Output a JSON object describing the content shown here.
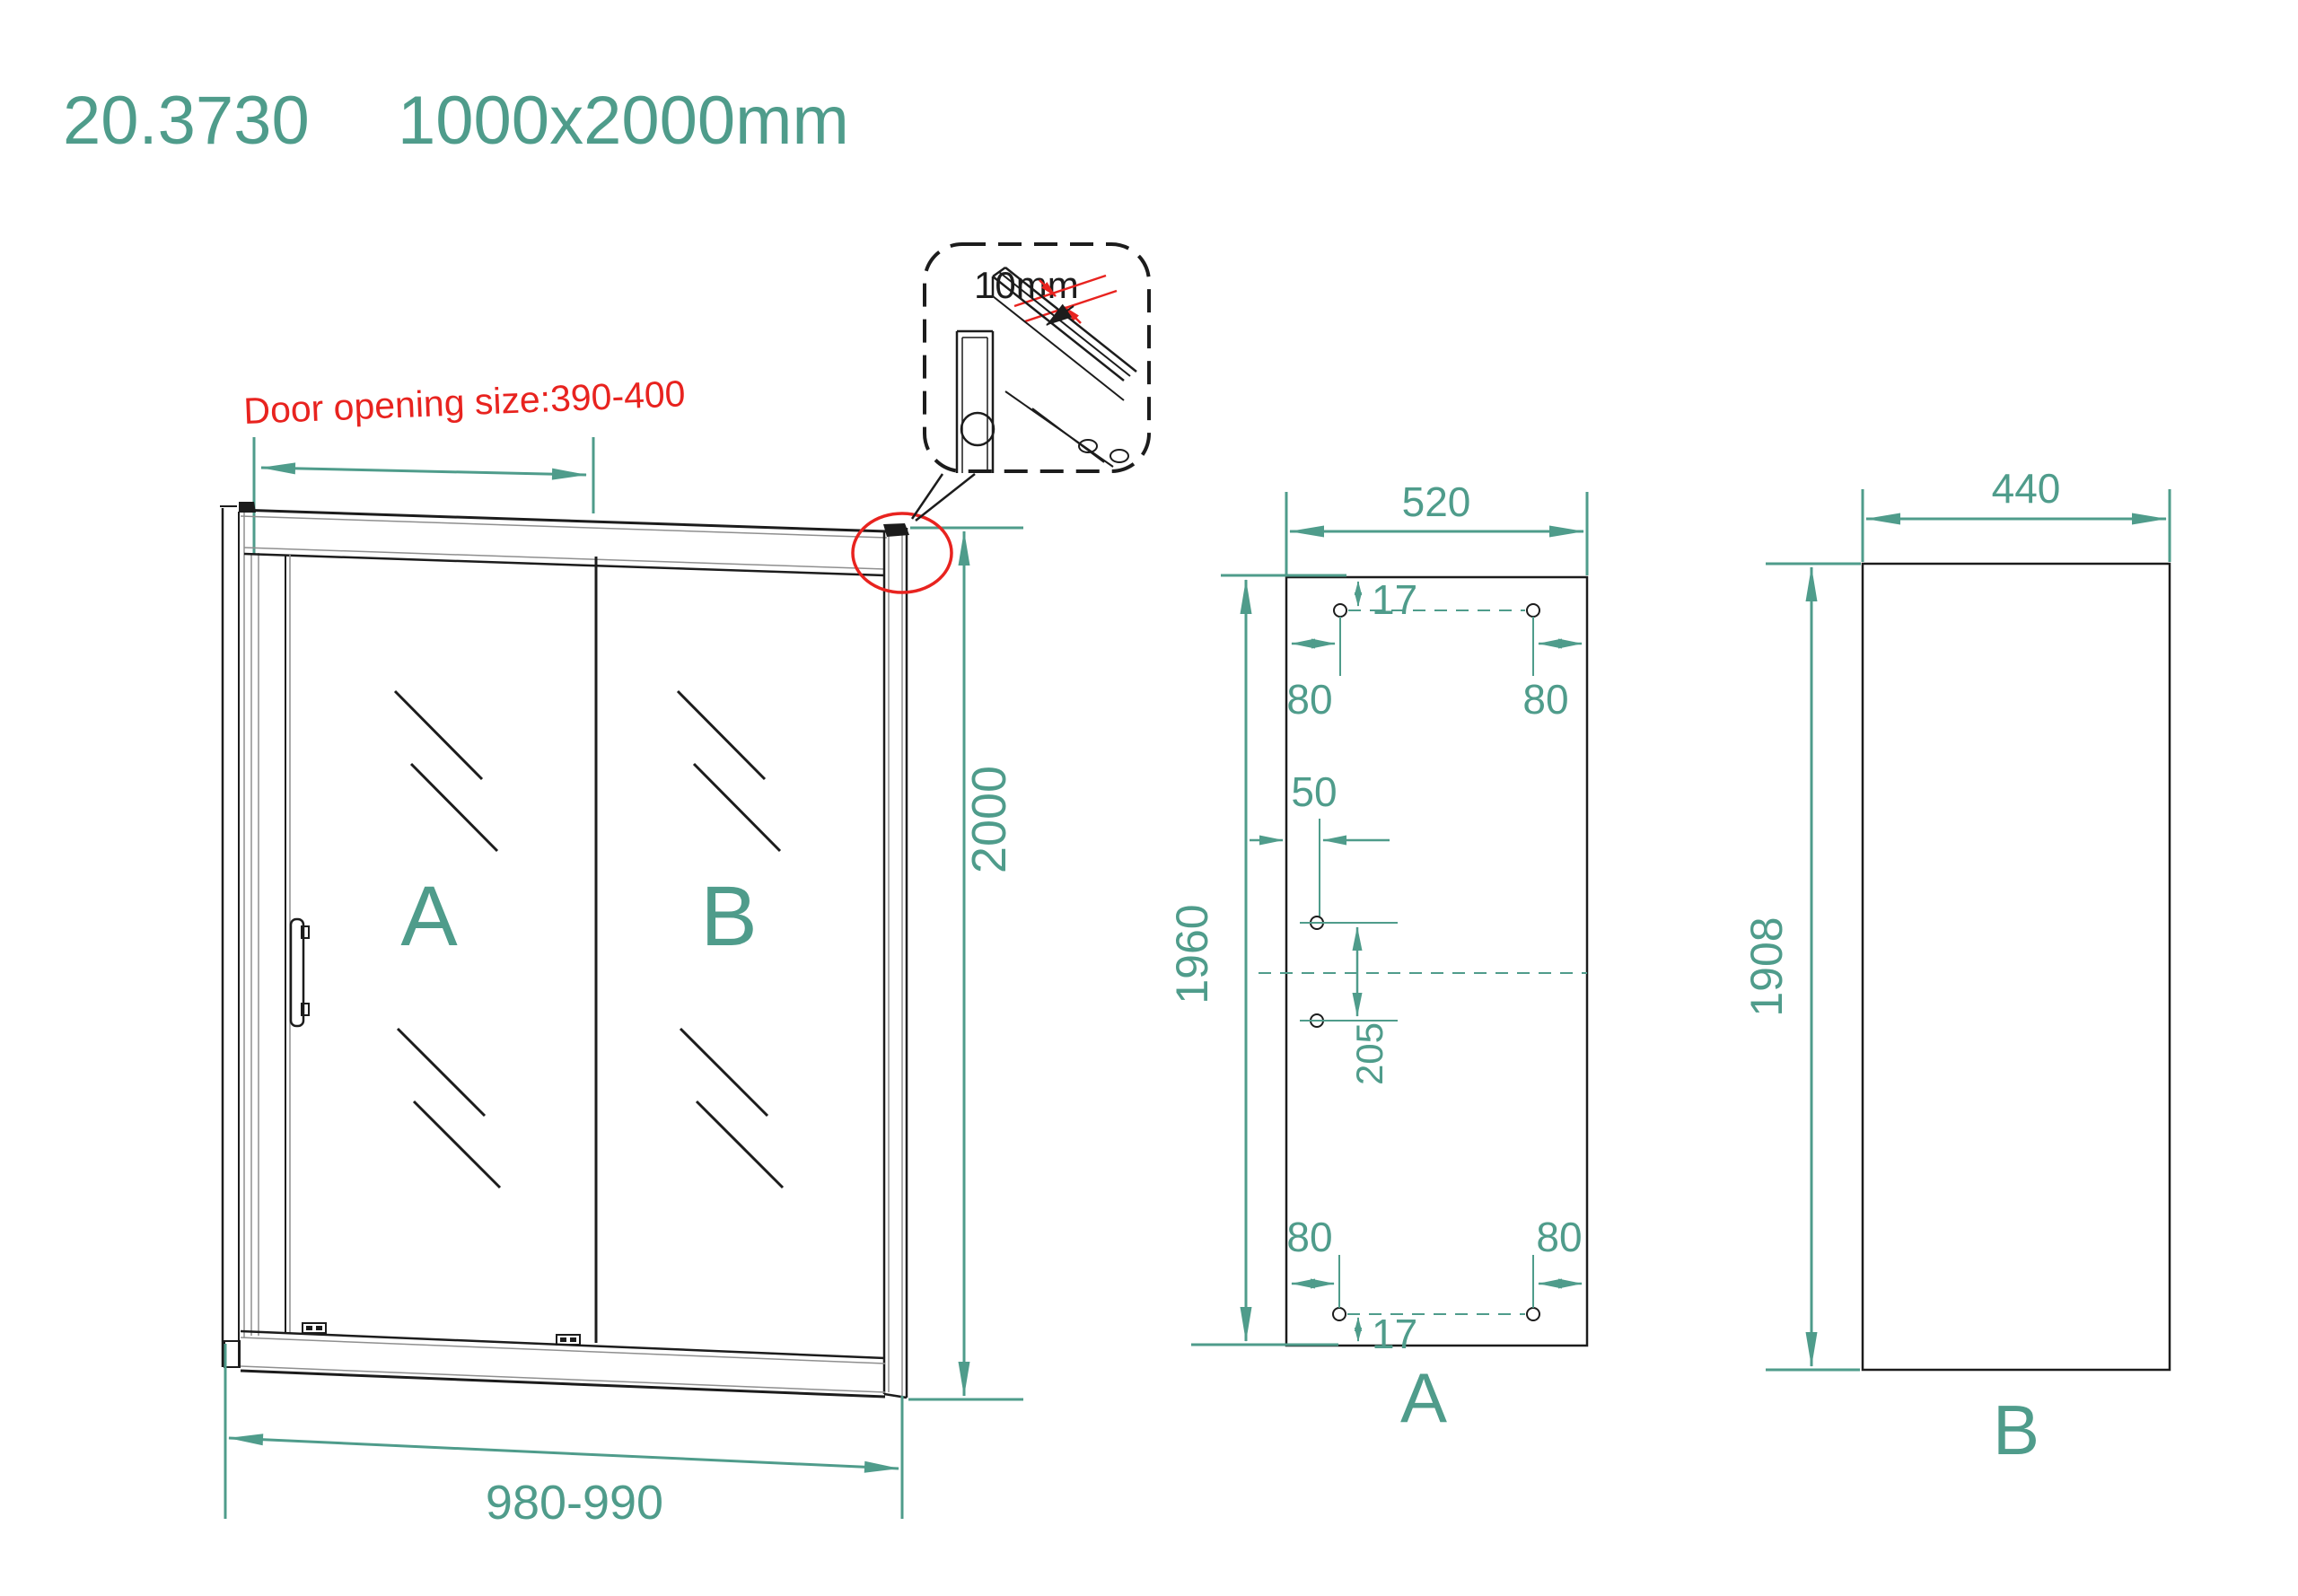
{
  "title": {
    "model_code": "20.3730",
    "product_size": "1000x2000mm"
  },
  "door_view": {
    "opening_note": "Door opening size:390-400",
    "panel_a_label": "A",
    "panel_b_label": "B",
    "height_dim": "2000",
    "width_dim": "980-990"
  },
  "detail_view": {
    "gap_dim": "10mm"
  },
  "panel_a_view": {
    "label": "A",
    "width_dim": "520",
    "height_dim": "1960",
    "hole_edge_top": "17",
    "hole_side_top_left": "80",
    "hole_side_top_right": "80",
    "hole_mid_offset": "50",
    "hole_mid_spacing": "205",
    "hole_side_bottom_left": "80",
    "hole_side_bottom_right": "80",
    "hole_edge_bottom": "17"
  },
  "panel_b_view": {
    "label": "B",
    "width_dim": "440",
    "height_dim": "1908"
  },
  "colors": {
    "teal": "#4f9c8b",
    "red": "#e8231f",
    "ink": "#1c1c1c",
    "faint": "#8f8f8f",
    "bg": "#ffffff"
  }
}
